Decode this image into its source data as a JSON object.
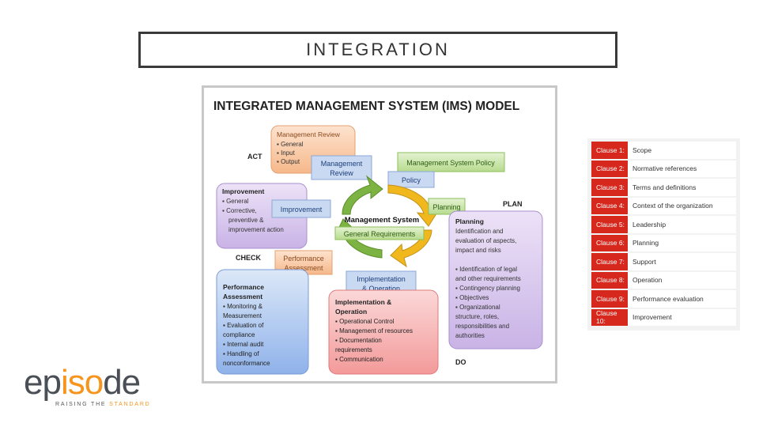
{
  "slide": {
    "title": "INTEGRATION"
  },
  "diagram": {
    "title": "INTEGRATED MANAGEMENT SYSTEM (IMS) MODEL",
    "phases": {
      "act": "ACT",
      "plan": "PLAN",
      "check": "CHECK",
      "do": "DO"
    },
    "center": {
      "title": "Management System",
      "subtitle": "General Requirements"
    },
    "management_review": {
      "heading": "Management Review",
      "items": [
        "General",
        "Input",
        "Output"
      ],
      "tag": [
        "Management",
        "Review"
      ]
    },
    "system_policy": {
      "label": "Management System Policy",
      "tag": "Policy"
    },
    "improvement": {
      "heading": "Improvement",
      "items": [
        "General",
        "Corrective,",
        "preventive &",
        "improvement action"
      ],
      "tag": "Improvement"
    },
    "planning": {
      "tag": "Planning",
      "heading": "Planning",
      "lines": [
        "Identification and",
        "evaluation of aspects,",
        "impact and risks"
      ],
      "items": [
        "Identification of legal",
        "and other requirements",
        "Contingency planning",
        "Objectives",
        "Organizational",
        "structure, roles,",
        "responsibilities and",
        "authorities"
      ]
    },
    "performance": {
      "tag": [
        "Performance",
        "Assessment"
      ],
      "heading": [
        "Performance",
        "Assessment"
      ],
      "items": [
        "Monitoring &",
        "Measurement",
        "Evaluation of",
        "compliance",
        "Internal audit",
        "Handling of",
        "nonconformance"
      ]
    },
    "implementation": {
      "tag": [
        "Implementation",
        "& Operation"
      ],
      "heading": [
        "Implementation &",
        "Operation"
      ],
      "items": [
        "Operational Control",
        "Management of resources",
        "Documentation",
        "requirements",
        "Communication"
      ]
    },
    "colors": {
      "review": "#f8c9a6",
      "policy": "#cfe6b0",
      "improvement": "#d8c8ec",
      "planning": "#d8c8ec",
      "performance": "#b7cdf0",
      "implementation": "#f6b7b7",
      "arrow_green": "#7cb342",
      "arrow_yellow": "#f0b81c",
      "tag_blue": "#c9d9f2"
    }
  },
  "clauses": [
    {
      "num": "Clause 1:",
      "name": "Scope"
    },
    {
      "num": "Clause 2:",
      "name": "Normative references"
    },
    {
      "num": "Clause 3:",
      "name": "Terms and definitions"
    },
    {
      "num": "Clause 4:",
      "name": "Context of the organization"
    },
    {
      "num": "Clause 5:",
      "name": "Leadership"
    },
    {
      "num": "Clause 6:",
      "name": "Planning"
    },
    {
      "num": "Clause 7:",
      "name": "Support"
    },
    {
      "num": "Clause 8:",
      "name": "Operation"
    },
    {
      "num": "Clause 9:",
      "name": "Performance evaluation"
    },
    {
      "num": "Clause 10:",
      "name": "Improvement"
    }
  ],
  "logo": {
    "pre": "ep",
    "accent": "iso",
    "post": "de",
    "tag_pre": "RAISING THE ",
    "tag_accent": "STANDARD"
  }
}
